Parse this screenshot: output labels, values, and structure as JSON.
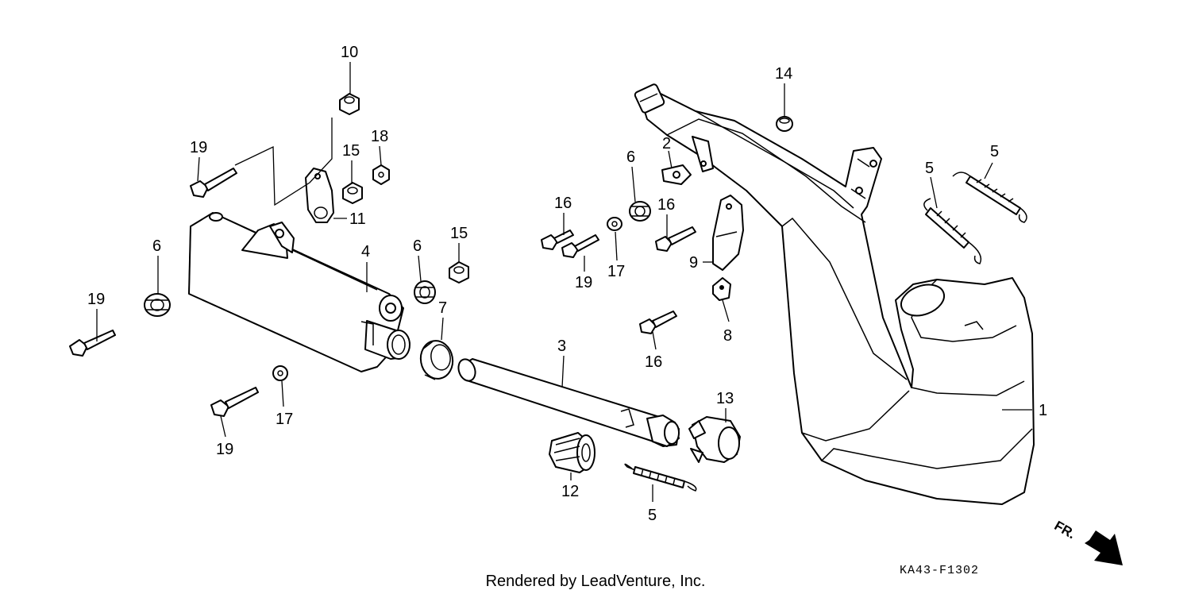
{
  "diagram": {
    "footer": "Rendered by LeadVenture, Inc.",
    "code": "KA43-F1302",
    "direction_label": "FR.",
    "callouts": {
      "c1": "1",
      "c2": "2",
      "c3": "3",
      "c4": "4",
      "c5a": "5",
      "c5b": "5",
      "c5c": "5",
      "c6a": "6",
      "c6b": "6",
      "c6c": "6",
      "c7": "7",
      "c8": "8",
      "c9": "9",
      "c10": "10",
      "c11": "11",
      "c12": "12",
      "c13": "13",
      "c14": "14",
      "c15a": "15",
      "c15b": "15",
      "c16a": "16",
      "c16b": "16",
      "c16c": "16",
      "c17a": "17",
      "c17b": "17",
      "c18": "18",
      "c19a": "19",
      "c19b": "19",
      "c19c": "19",
      "c19d": "19"
    }
  }
}
